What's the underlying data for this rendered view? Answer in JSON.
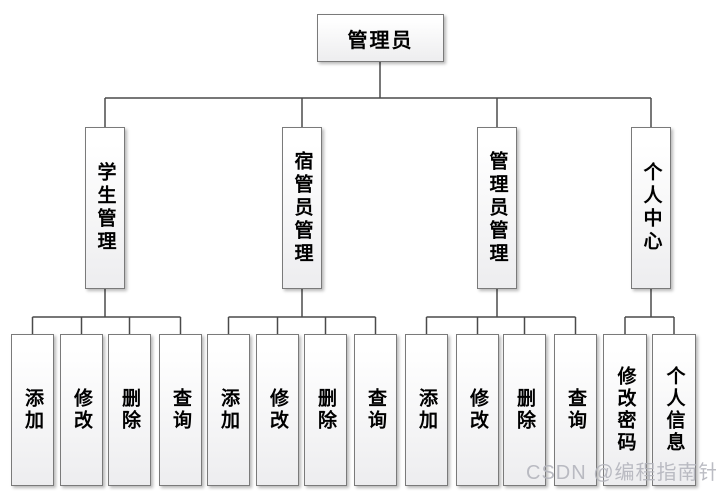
{
  "diagram": {
    "root": {
      "label": "管理员"
    },
    "branches": [
      {
        "label": "学生管理",
        "children": [
          "添加",
          "修改",
          "删除",
          "查询"
        ]
      },
      {
        "label": "宿管员管理",
        "children": [
          "添加",
          "修改",
          "删除",
          "查询"
        ]
      },
      {
        "label": "管理员管理",
        "children": [
          "添加",
          "修改",
          "删除",
          "查询"
        ]
      },
      {
        "label": "个人中心",
        "children": [
          "修改密码",
          "个人信息"
        ]
      }
    ],
    "watermark": "CSDN @编程指南针",
    "colors": {
      "line": "#4a4a4a",
      "box_border": "#7a7a7a",
      "box_fill_top": "#ffffff",
      "box_fill_bottom": "#ededef",
      "text": "#000000",
      "watermark": "#b4b5bd",
      "background": "#ffffff"
    }
  }
}
